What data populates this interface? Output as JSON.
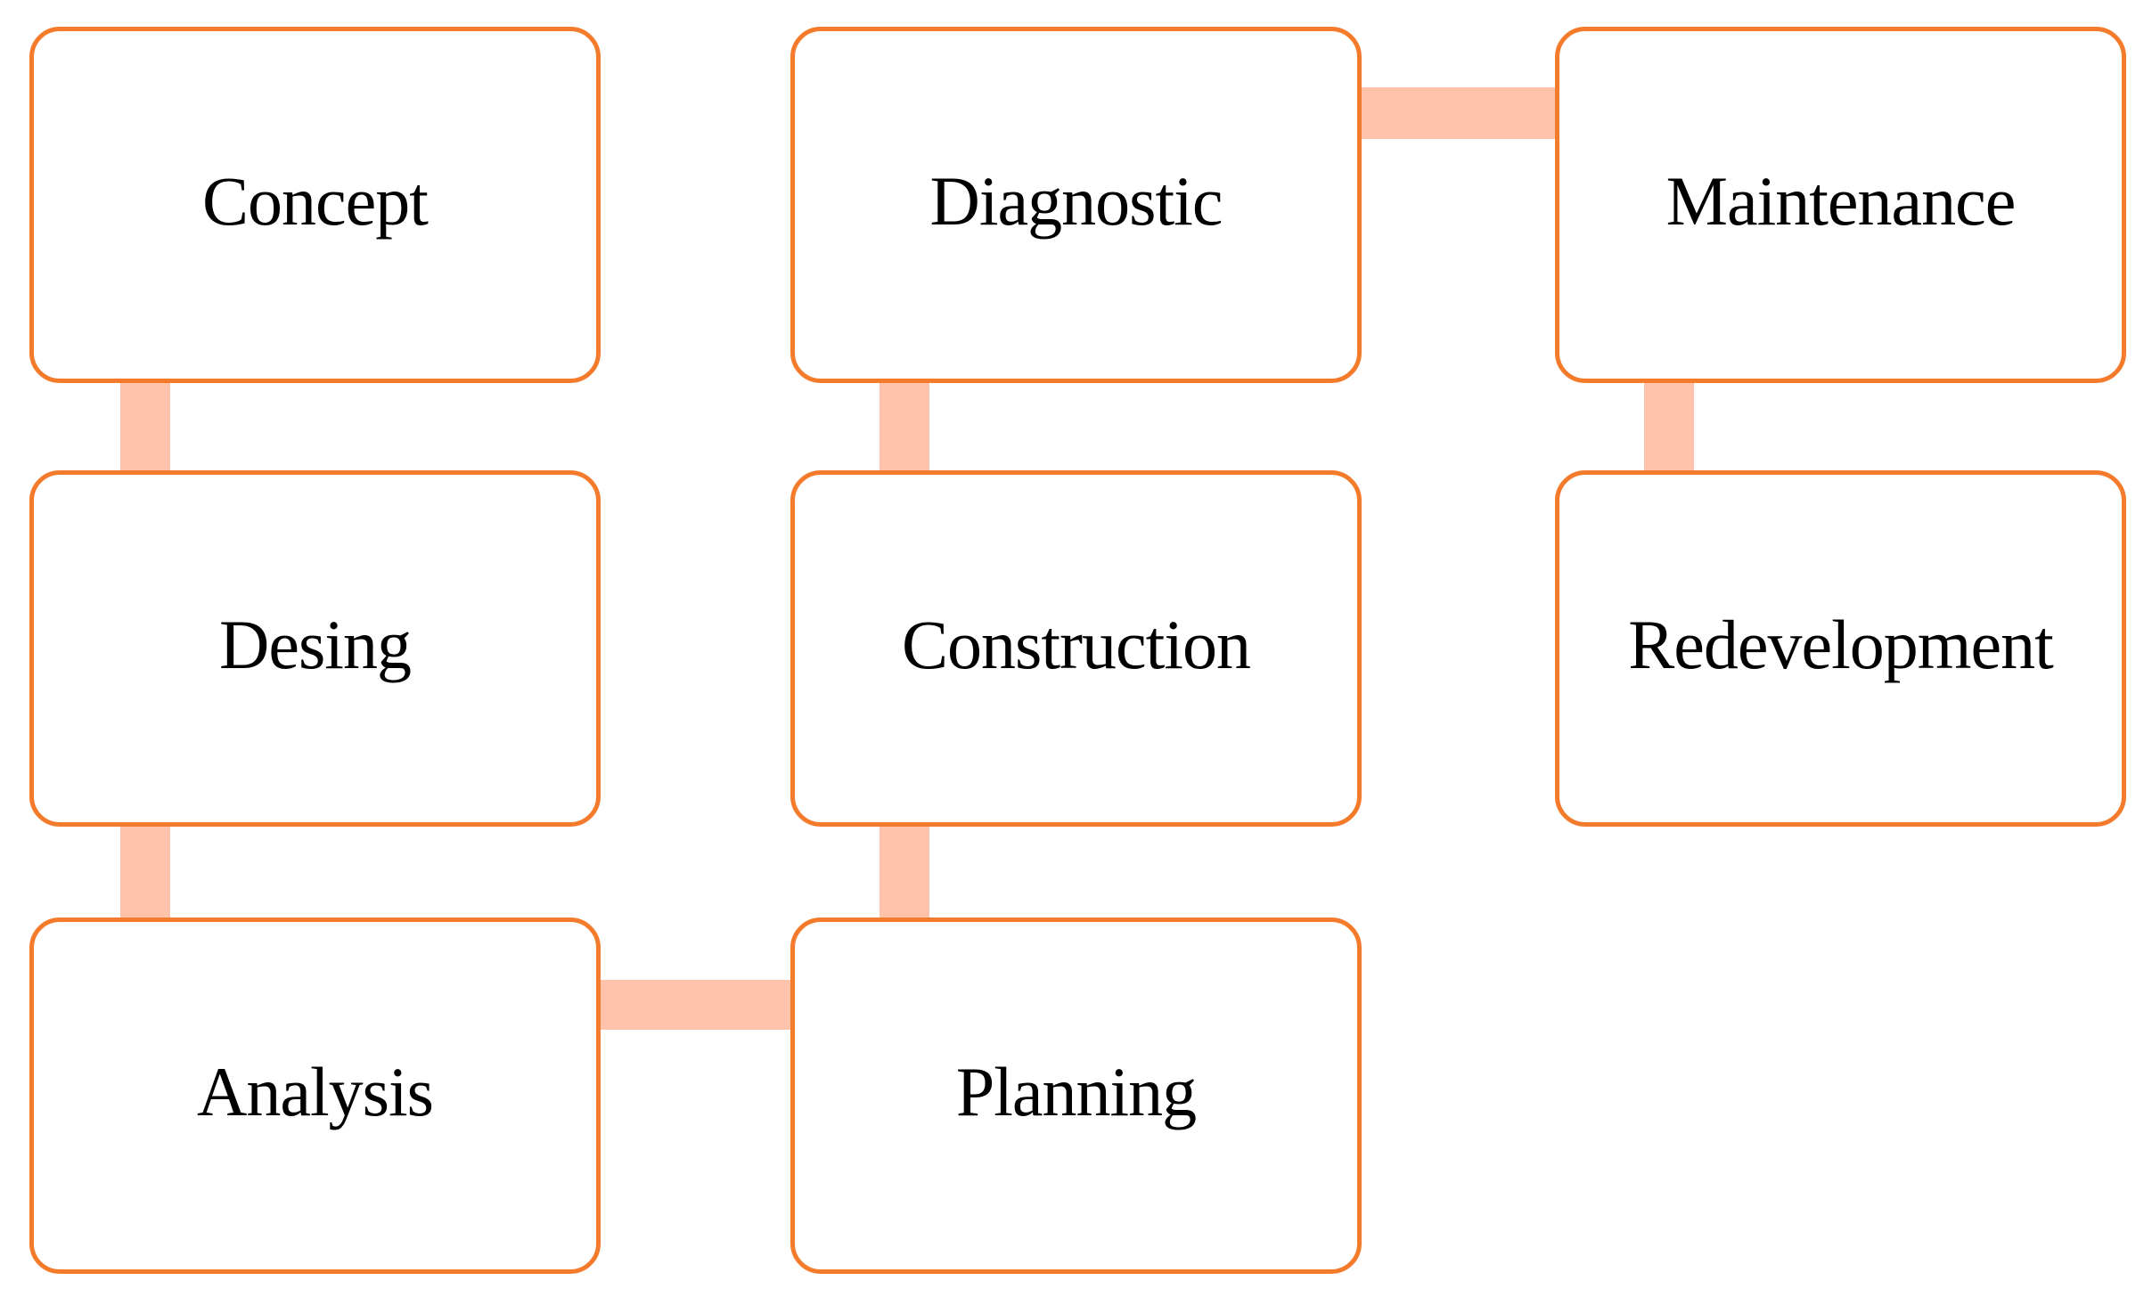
{
  "diagram": {
    "nodes": {
      "concept": "Concept",
      "desing": "Desing",
      "analysis": "Analysis",
      "planning": "Planning",
      "construction": "Construction",
      "diagnostic": "Diagnostic",
      "maintenance": "Maintenance",
      "redevelopment": "Redevelopment"
    },
    "flow_order": [
      "Concept",
      "Desing",
      "Analysis",
      "Planning",
      "Construction",
      "Diagnostic",
      "Maintenance",
      "Redevelopment"
    ]
  },
  "colors": {
    "node_border": "#f47b2c",
    "connector": "#ffc2ab",
    "background": "#ffffff",
    "text": "#000000"
  }
}
